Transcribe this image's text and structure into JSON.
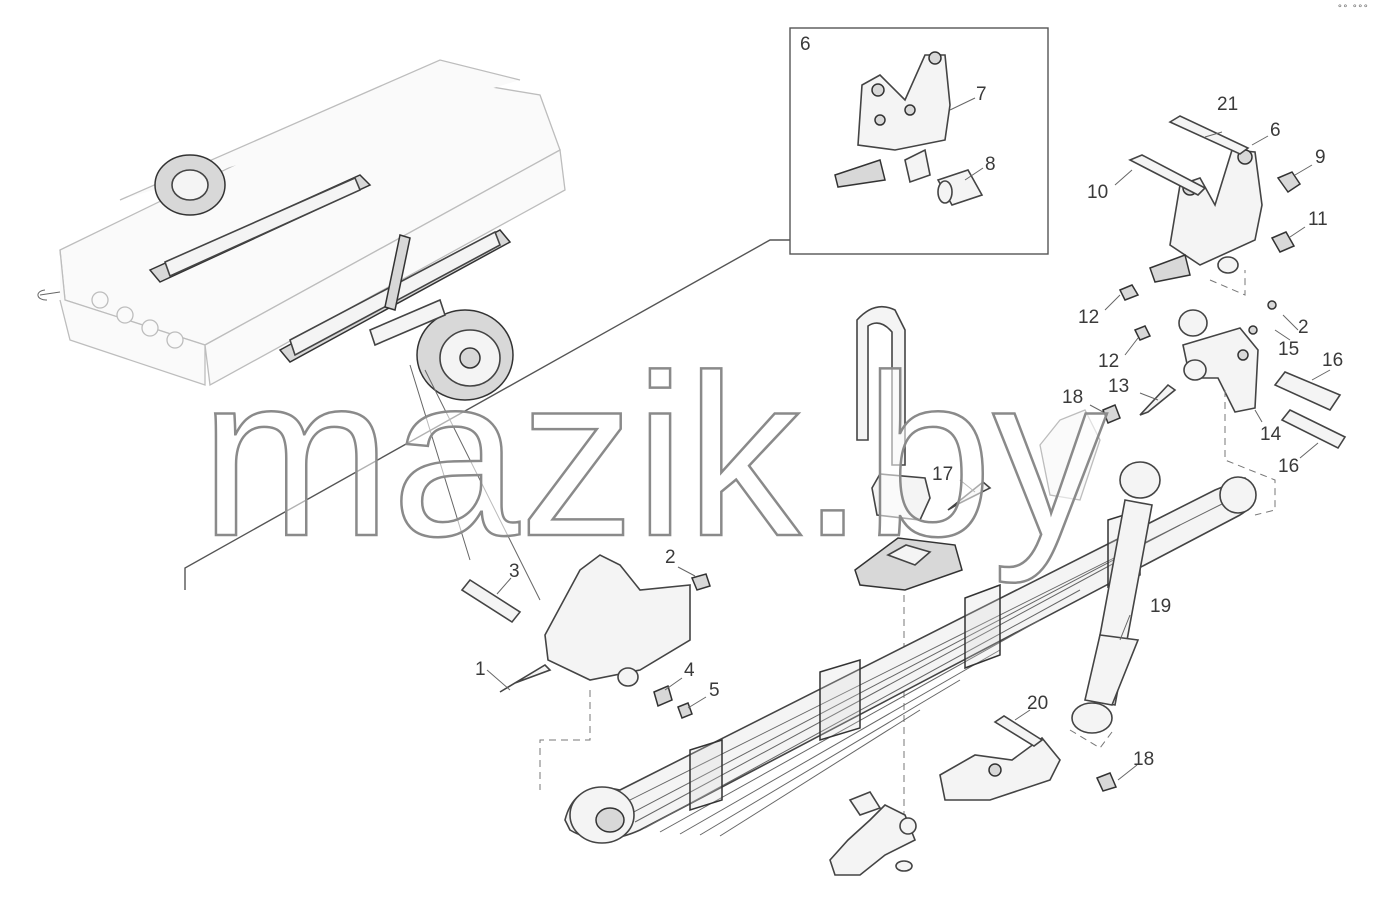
{
  "watermark": "mazik.by",
  "callouts": [
    {
      "id": "c1",
      "text": "1"
    },
    {
      "id": "c2a",
      "text": "2"
    },
    {
      "id": "c2b",
      "text": "2"
    },
    {
      "id": "c3",
      "text": "3"
    },
    {
      "id": "c4",
      "text": "4"
    },
    {
      "id": "c5",
      "text": "5"
    },
    {
      "id": "c6a",
      "text": "6"
    },
    {
      "id": "c6b",
      "text": "6"
    },
    {
      "id": "c7",
      "text": "7"
    },
    {
      "id": "c8",
      "text": "8"
    },
    {
      "id": "c9",
      "text": "9"
    },
    {
      "id": "c10",
      "text": "10"
    },
    {
      "id": "c11",
      "text": "11"
    },
    {
      "id": "c12a",
      "text": "12"
    },
    {
      "id": "c12b",
      "text": "12"
    },
    {
      "id": "c13",
      "text": "13"
    },
    {
      "id": "c14",
      "text": "14"
    },
    {
      "id": "c15",
      "text": "15"
    },
    {
      "id": "c16a",
      "text": "16"
    },
    {
      "id": "c16b",
      "text": "16"
    },
    {
      "id": "c17",
      "text": "17"
    },
    {
      "id": "c18a",
      "text": "18"
    },
    {
      "id": "c18b",
      "text": "18"
    },
    {
      "id": "c19",
      "text": "19"
    },
    {
      "id": "c20",
      "text": "20"
    },
    {
      "id": "c21",
      "text": "21"
    }
  ],
  "corner_mark": "°° °°°"
}
